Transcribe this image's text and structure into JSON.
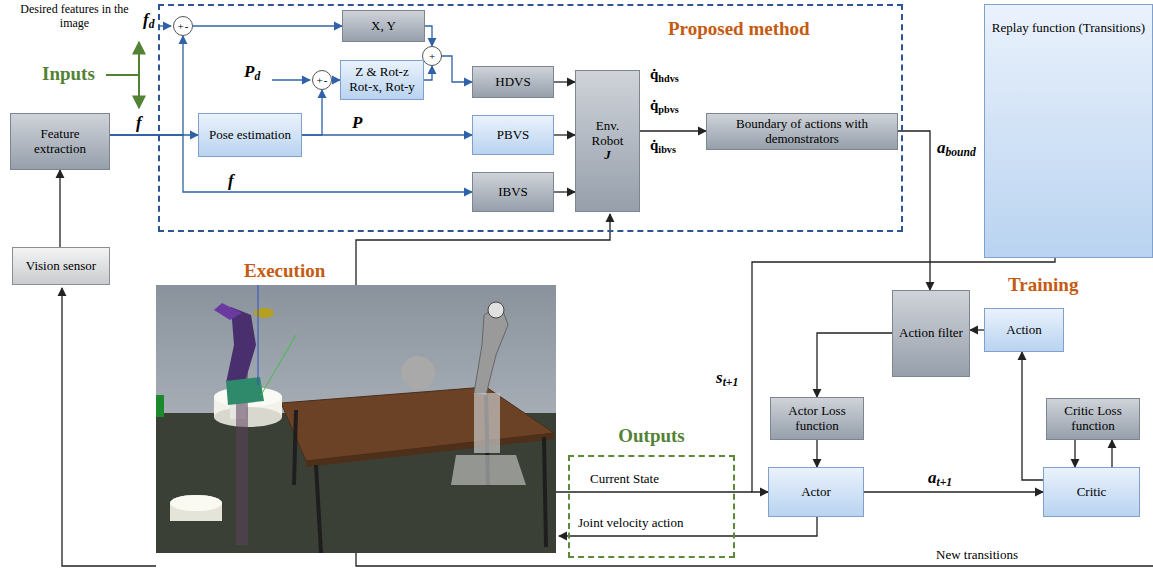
{
  "diagram": {
    "nodes": [
      {
        "text": [
          "Proposed method"
        ]
      },
      {
        "text": [
          "+",
          "-"
        ],
        "in": 0
      },
      {
        "text": [
          "X, Y"
        ],
        "in": 0
      },
      {
        "text": [
          "+"
        ],
        "in": 0
      },
      {
        "text": [
          "+",
          "-"
        ],
        "in": 0
      },
      {
        "text": [
          "Z & Rot-z Rot-x, Rot-y"
        ],
        "in": 0
      },
      {
        "text": [
          "HDVS"
        ],
        "in": 0
      },
      {
        "text": [
          "Pose estimation"
        ],
        "in": 0
      },
      {
        "text": [
          "PBVS"
        ],
        "in": 0
      },
      {
        "text": [
          "IBVS"
        ],
        "in": 0
      },
      {
        "text": [
          "Env. Robot",
          "J"
        ],
        "in": 0
      },
      {
        "text": [
          "Feature extraction"
        ]
      },
      {
        "text": [
          "Boundary of actions with demonstrators"
        ]
      },
      {
        "text": [
          "Replay function (Transitions)"
        ]
      },
      {
        "text": [
          "Vision sensor"
        ]
      },
      {
        "text": [
          "Action filter"
        ]
      },
      {
        "text": [
          "Action"
        ]
      },
      {
        "text": [
          "Actor Loss function"
        ]
      },
      {
        "text": [
          "Critic Loss function"
        ]
      },
      {
        "text": [
          "Outputs"
        ]
      },
      {
        "text": [
          "Actor"
        ]
      },
      {
        "text": [
          "Critic"
        ]
      }
    ],
    "edges": [
      {
        "from": 11,
        "to": 7,
        "arrow": "to",
        "label": "f"
      },
      {
        "from": 11,
        "to": 9,
        "arrow": "to",
        "label": "f"
      },
      {
        "from": 11,
        "to": 1,
        "arrow": "to"
      },
      {
        "from": 1,
        "to": 2,
        "arrow": "to"
      },
      {
        "from": 2,
        "to": 3,
        "arrow": "to"
      },
      {
        "from": 7,
        "to": 4,
        "arrow": "to"
      },
      {
        "from": 4,
        "to": 5,
        "arrow": "to"
      },
      {
        "from": 5,
        "to": 3,
        "arrow": "to"
      },
      {
        "from": 3,
        "to": 6,
        "arrow": "to"
      },
      {
        "from": 7,
        "to": 8,
        "arrow": "to",
        "label": "P"
      },
      {
        "from": 6,
        "to": 10,
        "arrow": "to"
      },
      {
        "from": 8,
        "to": 10,
        "arrow": "to"
      },
      {
        "from": 9,
        "to": 10,
        "arrow": "to"
      },
      {
        "from": 10,
        "to": 12,
        "arrow": "to"
      },
      {
        "from": 12,
        "to": 15,
        "arrow": "to",
        "label": "abound"
      },
      {
        "from": 16,
        "to": 15,
        "arrow": "to"
      },
      {
        "from": 15,
        "to": 17,
        "arrow": "to"
      },
      {
        "from": 17,
        "to": 20,
        "arrow": "to"
      },
      {
        "from": 20,
        "to": 21,
        "arrow": "to",
        "label": "at+1"
      },
      {
        "from": 21,
        "to": 16,
        "arrow": "to"
      },
      {
        "from": 18,
        "to": 21,
        "arrow": "to"
      },
      {
        "from": 21,
        "to": 18,
        "arrow": "to"
      },
      {
        "from": 13,
        "to": 20,
        "arrow": "to",
        "label": "st+1"
      },
      {
        "from": 14,
        "to": 11,
        "arrow": "to"
      }
    ],
    "labels": [
      "Desired features in the image",
      "Inputs",
      "fd",
      "Pd",
      "q̇hdvs",
      "q̇pbvs",
      "q̇ibvs",
      "Execution",
      "Training",
      "Current State",
      "Joint velocity action",
      "New transitions"
    ]
  }
}
